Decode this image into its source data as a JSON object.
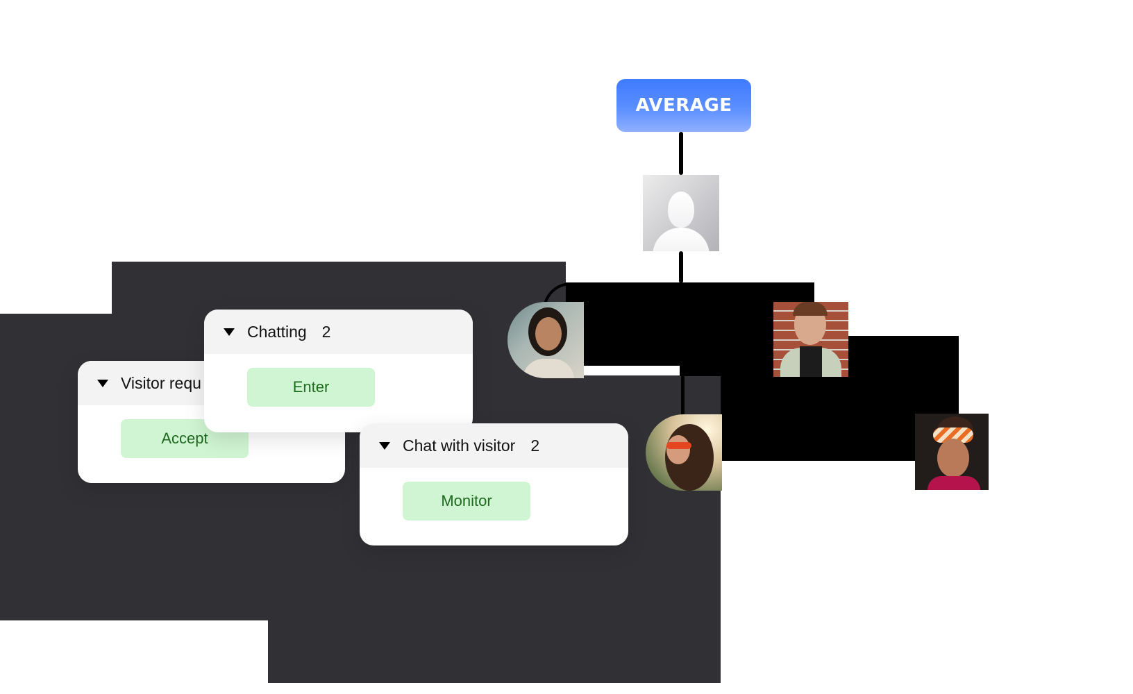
{
  "org_chart": {
    "root_label": "AVERAGE",
    "colors": {
      "badge_top": "#3f7bff",
      "badge_bottom": "#8fb0ff",
      "panel_bg": "#313035",
      "accent_button_bg": "#d0f5d2",
      "accent_button_text": "#1e6a1e"
    },
    "nodes": [
      {
        "id": "placeholder",
        "icon": "user-placeholder-icon"
      },
      {
        "id": "agent-1",
        "icon": "avatar-man-long-hair"
      },
      {
        "id": "agent-2",
        "icon": "avatar-man-brick-wall"
      },
      {
        "id": "agent-3",
        "icon": "avatar-woman-sunglasses"
      },
      {
        "id": "agent-4",
        "icon": "avatar-woman-headband"
      }
    ]
  },
  "cards": [
    {
      "title": "Visitor requ",
      "count": "",
      "button": "Accept"
    },
    {
      "title": "Chatting",
      "count": "2",
      "button": "Enter"
    },
    {
      "title": "Chat with visitor",
      "count": "2",
      "button": "Monitor"
    }
  ]
}
